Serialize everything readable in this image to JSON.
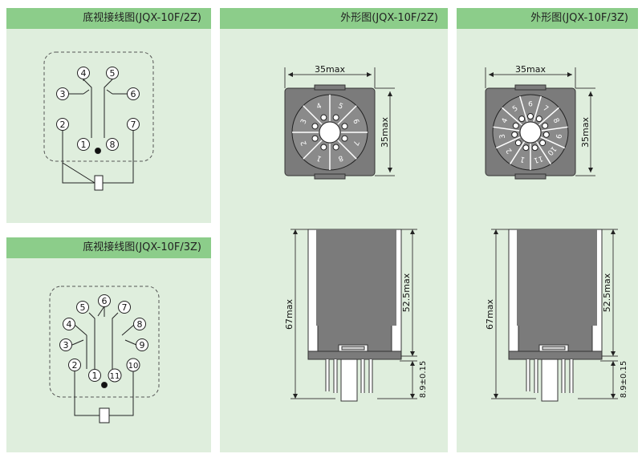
{
  "colors": {
    "header": "#8ccd8a",
    "panel": "#dfeedd",
    "relay_body": "#7b7b7b",
    "socket": "#8a8a8a"
  },
  "panels": {
    "wiring_2z": {
      "title": "底视接线图(JQX-10F/2Z)",
      "pins": [
        "1",
        "2",
        "3",
        "4",
        "5",
        "6",
        "7",
        "8"
      ]
    },
    "wiring_3z": {
      "title": "底视接线图(JQX-10F/3Z)",
      "pins": [
        "1",
        "2",
        "3",
        "4",
        "5",
        "6",
        "7",
        "8",
        "9",
        "10",
        "11"
      ]
    },
    "outline_2z": {
      "title": "外形图(JQX-10F/2Z)",
      "dims": {
        "width": "35max",
        "depth": "35max",
        "height": "67max",
        "body_height": "52.5max",
        "pin_length": "8.9±0.15"
      },
      "socket_numbers": [
        "1",
        "2",
        "3",
        "4",
        "5",
        "6",
        "7",
        "8"
      ]
    },
    "outline_3z": {
      "title": "外形图(JQX-10F/3Z)",
      "dims": {
        "width": "35max",
        "depth": "35max",
        "height": "67max",
        "body_height": "52.5max",
        "pin_length": "8.9±0.15"
      },
      "socket_numbers": [
        "1",
        "2",
        "3",
        "4",
        "5",
        "6",
        "7",
        "8",
        "9",
        "10",
        "11"
      ]
    }
  }
}
